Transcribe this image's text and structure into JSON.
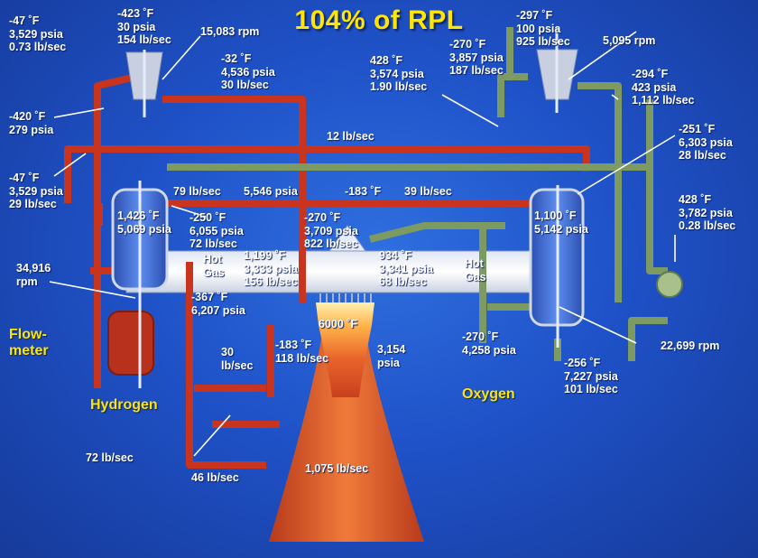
{
  "title": "104% of RPL",
  "section_labels": {
    "flowmeter": "Flow-\nmeter",
    "hydrogen": "Hydrogen",
    "oxygen": "Oxygen"
  },
  "annotations": {
    "h2_inlet": "-47 ˚F\n3,529 psia\n0.73 lb/sec",
    "h2_pump_inlet": "-423 ˚F\n30 psia\n154 lb/sec",
    "lp_fuel_rpm": "15,083 rpm",
    "fuel_turbine_out": "-32 ˚F\n4,536 psia\n30 lb/sec",
    "fuel_minus420": "-420 ˚F\n279 psia",
    "fuel_minus47": "-47 ˚F\n3,529 psia\n29 lb/sec",
    "fuel_preburner_temp": "1,426 ˚F\n5,069 psia",
    "preburner_fuel_in": "-250 ˚F\n6,055 psia\n72 lb/sec",
    "flow_79": "79 lb/sec",
    "psia_5546": "5,546 psia",
    "temp_minus183_top": "-183 ˚F",
    "flow_39": "39 lb/sec",
    "flow_12": "12 lb/sec",
    "manifold_in": "-270 ˚F\n3,709 psia\n822 lb/sec",
    "hpftp_rpm": "34,916\nrpm",
    "hot_gas_left": "Hot\nGas",
    "hot_gas_left_vals": "1,199 ˚F\n3,333 psia\n156 lb/sec",
    "hot_gas_right": "Hot\nGas",
    "hot_gas_right_vals": "934 ˚F\n3,341 psia\n68 lb/sec",
    "hpftp_discharge": "-367 ˚F\n6,207 psia",
    "flow_30": "30\nlb/sec",
    "nozzle_coolant": "-183 ˚F\n118 lb/sec",
    "combustion_temp": "6000 ˚F",
    "chamber_psia": "3,154\npsia",
    "flow_72": "72 lb/sec",
    "flow_46": "46 lb/sec",
    "total_flow": "1,075 lb/sec",
    "lox_inlet": "-297 ˚F\n100 psia\n925 lb/sec",
    "lpotp_rpm": "5,095 rpm",
    "lox_return": "-270 ˚F\n3,857 psia\n187 lb/sec",
    "gox_vals": "428 ˚F\n3,574 psia\n1.90 lb/sec",
    "lox_minus294": "-294 ˚F\n423 psia\n1,112 lb/sec",
    "lox_minus251": "-251 ˚F\n6,303 psia\n28 lb/sec",
    "ox_preburner_temp": "1,100 ˚F\n5,142 psia",
    "gox_pressurant": "428 ˚F\n3,782 psia\n0.28 lb/sec",
    "hpotp_discharge": "-270 ˚F\n4,258 psia",
    "hpotp_rpm": "22,699 rpm",
    "lox_minus256": "-256 ˚F\n7,227 psia\n101 lb/sec"
  }
}
